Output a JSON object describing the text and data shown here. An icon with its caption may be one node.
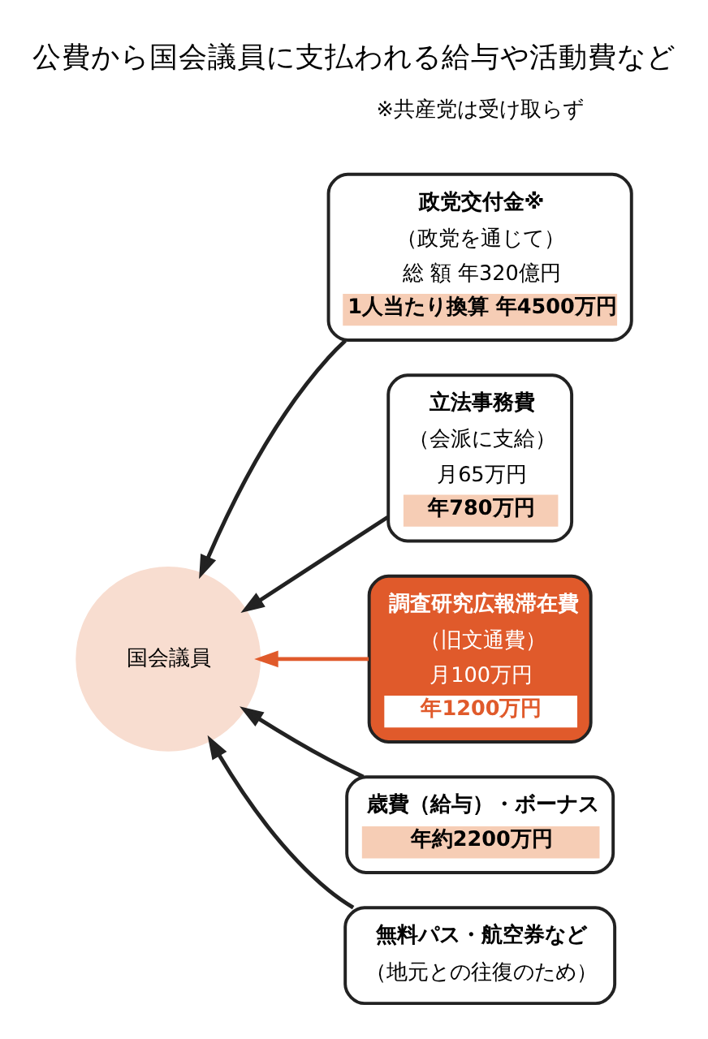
{
  "diagram": {
    "title": "公費から国会議員に支払われる給与や活動費など",
    "nodes": [
      {
        "text": [
          "政党交付金※",
          "（政党を通じて）",
          "総 額 年320億円",
          "1人当たり換算 年4500万円"
        ]
      },
      {
        "text": [
          "立法事務費",
          "（会派に支給）",
          "月65万円",
          "年780万円"
        ]
      },
      {
        "text": [
          "調査研究広報滞在費",
          "（旧文通費）",
          "月100万円",
          "年1200万円"
        ]
      },
      {
        "text": [
          "国会議員"
        ]
      },
      {
        "text": [
          "歳費（給与）・ボーナス",
          "年約2200万円"
        ]
      },
      {
        "text": [
          "無料パス・航空券など",
          "（地元との往復のため）"
        ]
      }
    ],
    "edges": [
      {
        "from": 0,
        "to": 3,
        "arrow": "to"
      },
      {
        "from": 1,
        "to": 3,
        "arrow": "to"
      },
      {
        "from": 2,
        "to": 3,
        "arrow": "to",
        "color": "#e05a2b"
      },
      {
        "from": 4,
        "to": 3,
        "arrow": "to"
      },
      {
        "from": 5,
        "to": 3,
        "arrow": "to"
      }
    ],
    "labels": [
      "※共産党は受け取らず"
    ]
  }
}
